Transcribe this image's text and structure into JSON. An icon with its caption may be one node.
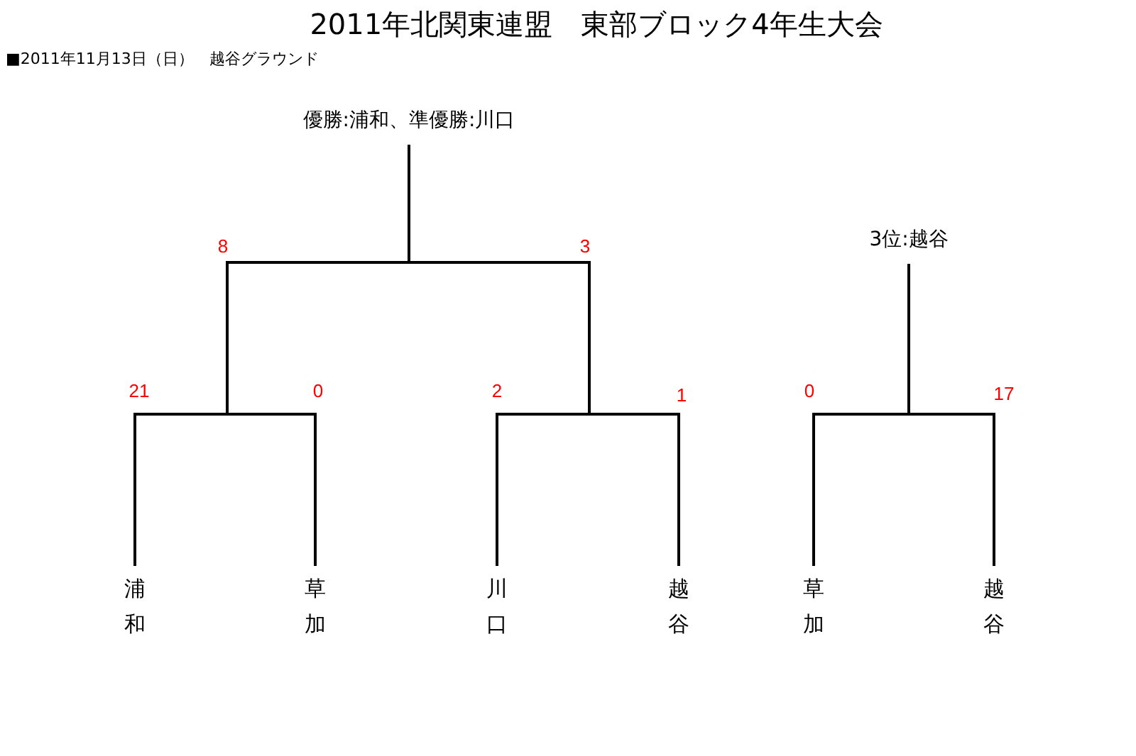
{
  "diagram": {
    "title": "2011年北関東連盟　東部ブロック4年生大会",
    "nodes": [
      {
        "text": [
          "優勝:浦和、準優勝:川口"
        ]
      },
      {
        "text": [
          "3位:越谷"
        ]
      },
      {
        "text": [
          "浦和"
        ]
      },
      {
        "text": [
          "草加"
        ]
      },
      {
        "text": [
          "川口"
        ]
      },
      {
        "text": [
          "越谷"
        ]
      },
      {
        "text": [
          "草加"
        ]
      },
      {
        "text": [
          "越谷"
        ]
      }
    ],
    "edges": [
      {
        "from": 2,
        "to": 0,
        "arrow": "none"
      },
      {
        "from": 3,
        "to": 0,
        "arrow": "none"
      },
      {
        "from": 4,
        "to": 0,
        "arrow": "none"
      },
      {
        "from": 5,
        "to": 0,
        "arrow": "none"
      },
      {
        "from": 6,
        "to": 1,
        "arrow": "none"
      },
      {
        "from": 7,
        "to": 1,
        "arrow": "none"
      }
    ],
    "labels": [
      "■2011年11月13日（日）　越谷グラウンド",
      "8",
      "3",
      "21",
      "0",
      "2",
      "1",
      "0",
      "17"
    ]
  }
}
